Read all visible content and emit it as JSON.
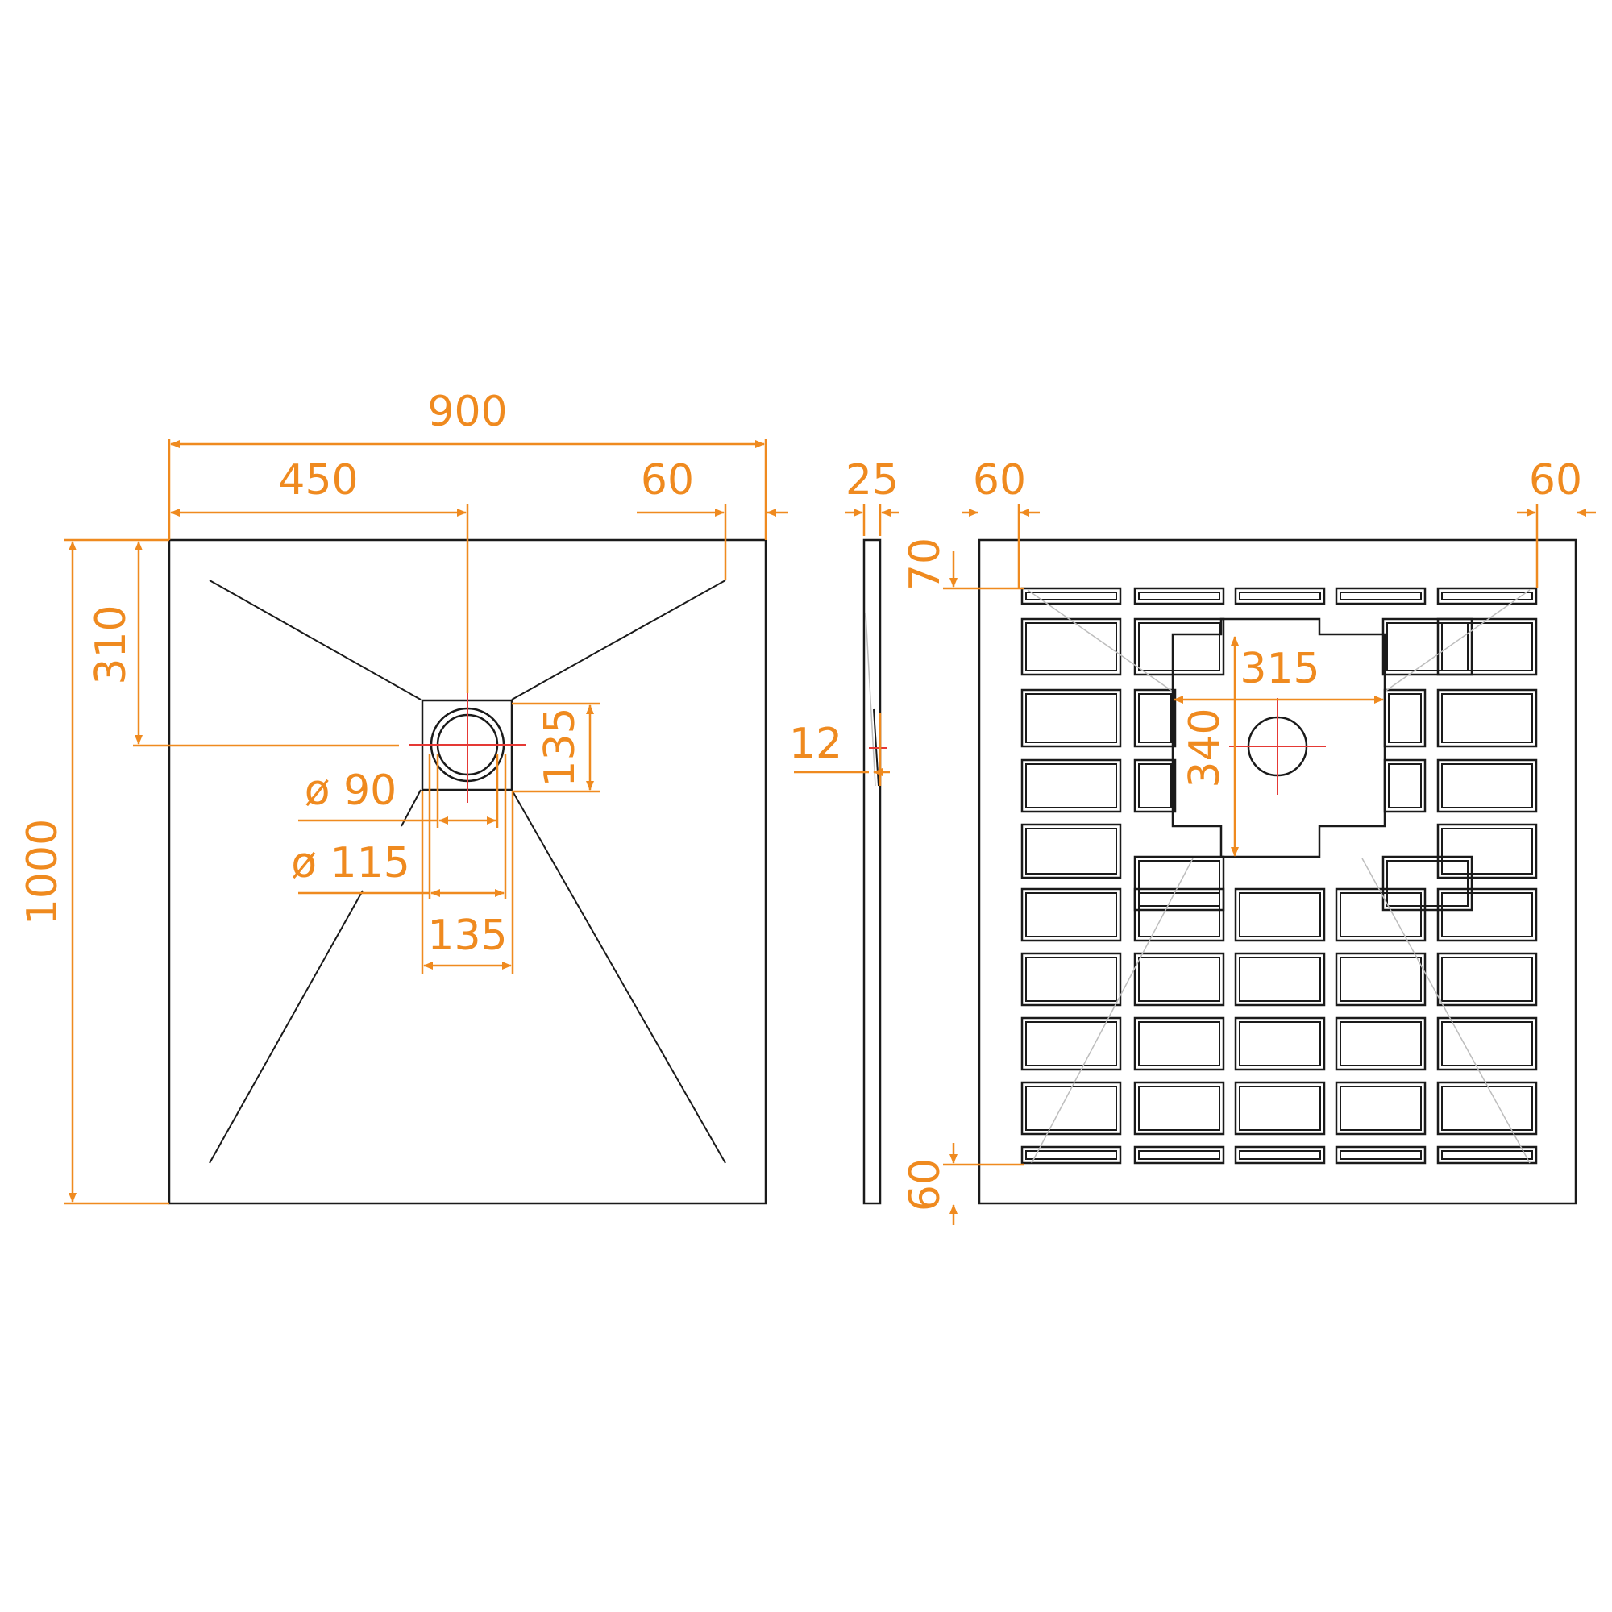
{
  "colors": {
    "dimension": "#ef8a1f",
    "outline": "#1a1a1a",
    "centermark": "#e53935",
    "ghost": "#bdbdbd"
  },
  "plan_view": {
    "width": "900",
    "half_width": "450",
    "corner_offset": "60",
    "length": "1000",
    "drain_offset": "310",
    "drain_box_height": "135",
    "drain_box_width": "135",
    "inner_diameter": "ø 90",
    "outer_diameter": "ø 115"
  },
  "side_view": {
    "thickness": "25",
    "lip": "12"
  },
  "bottom_view": {
    "margin_left": "60",
    "margin_right": "60",
    "margin_top": "70",
    "margin_bottom": "60",
    "recess_width": "315",
    "recess_height": "340"
  }
}
